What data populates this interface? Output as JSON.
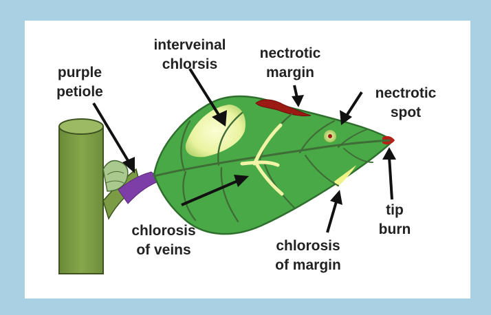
{
  "colors": {
    "frame": "#a9d0e3",
    "panel": "#ffffff",
    "stem": "#7a9a43",
    "stem_top": "#94b35a",
    "leaf": "#49a845",
    "leaf_dark": "#2f7c33",
    "vein": "#3f6d36",
    "chlorosis": "#f2f6b6",
    "necrosis": "#9b1a14",
    "petiole": "#7e3ea8",
    "text": "#222222"
  },
  "labels": {
    "purple_petiole": [
      "purple",
      "petiole"
    ],
    "interveinal_chlorosis": [
      "interveinal",
      "chlorsis"
    ],
    "necrotic_margin": [
      "nectrotic",
      "margin"
    ],
    "necrotic_spot": [
      "nectrotic",
      "spot"
    ],
    "chlorosis_of_veins": [
      "chlorosis",
      "of veins"
    ],
    "chlorosis_of_margin": [
      "chlorosis",
      "of margin"
    ],
    "tip_burn": [
      "tip",
      "burn"
    ]
  }
}
